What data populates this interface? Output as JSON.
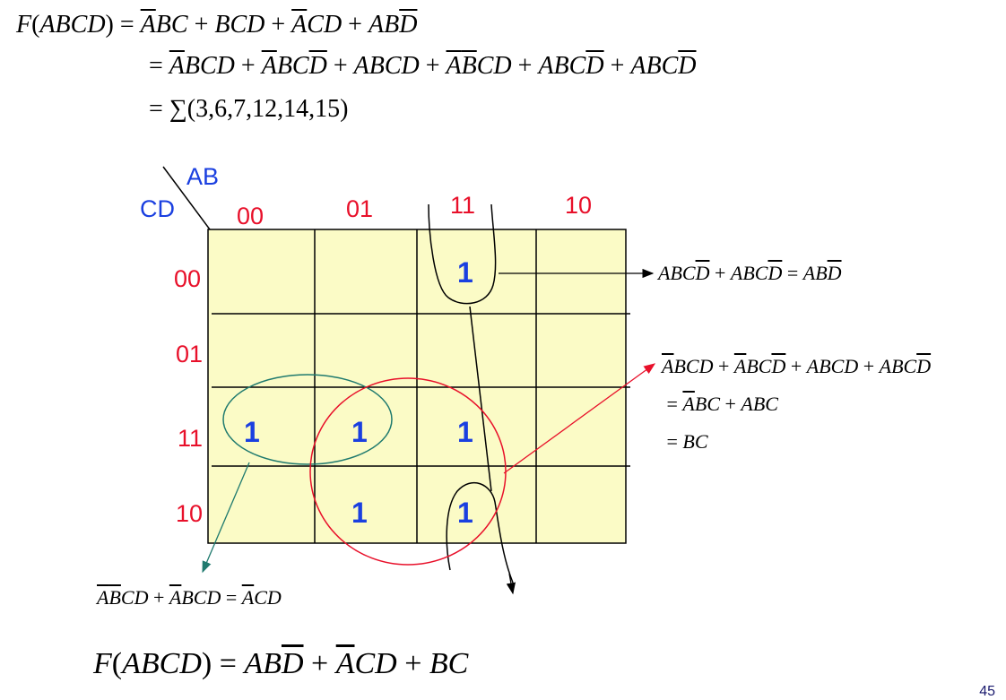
{
  "header": {
    "line1": {
      "lhs": "F(ABCD)",
      "eq": "=",
      "terms": [
        [
          [
            "A",
            true
          ],
          [
            "BC",
            false
          ]
        ],
        [
          [
            "BCD",
            false
          ]
        ],
        [
          [
            "A",
            true
          ],
          [
            "CD",
            false
          ]
        ],
        [
          [
            "AB",
            false
          ],
          [
            "D",
            true
          ]
        ]
      ]
    },
    "line2": {
      "eq": "=",
      "terms": [
        [
          [
            "A",
            true
          ],
          [
            "BCD",
            false
          ]
        ],
        [
          [
            "A",
            true
          ],
          [
            "BC",
            false
          ],
          [
            "D",
            true
          ]
        ],
        [
          [
            "ABCD",
            false
          ]
        ],
        [
          [
            "A",
            true
          ],
          [
            "B",
            true
          ],
          [
            "CD",
            false
          ]
        ],
        [
          [
            "ABC",
            false
          ],
          [
            "D",
            true
          ]
        ],
        [
          [
            "ABC",
            false
          ],
          [
            "D",
            true
          ]
        ]
      ]
    },
    "line3": {
      "eq": "=",
      "sigma": "∑",
      "minterms": "(3,6,7,12,14,15)"
    }
  },
  "kmap": {
    "corner_row_var": "CD",
    "corner_col_var": "AB",
    "col_labels": [
      "00",
      "01",
      "11",
      "10"
    ],
    "row_labels": [
      "00",
      "01",
      "11",
      "10"
    ],
    "cells": [
      [
        "",
        "",
        "1",
        ""
      ],
      [
        "",
        "",
        "",
        ""
      ],
      [
        "1",
        "1",
        "1",
        ""
      ],
      [
        "",
        "1",
        "1",
        ""
      ]
    ],
    "fill_color": "#fbfbc6",
    "grid_color": "#000000",
    "header_label_color": "#e8102a",
    "var_label_color": "#1a3fe0",
    "ones_color": "#1a3fe0"
  },
  "annotations": {
    "top_right": [
      [
        [
          "ABC",
          false
        ],
        [
          "D",
          true
        ],
        [
          "",
          false
        ]
      ],
      "+",
      [
        [
          "ABC",
          false
        ],
        [
          "D",
          true
        ]
      ],
      "=",
      [
        [
          "AB",
          false
        ],
        [
          "D",
          true
        ]
      ]
    ],
    "right_line1": [
      [
        [
          "A",
          true
        ],
        [
          "BCD",
          false
        ]
      ],
      "+",
      [
        [
          "A",
          true
        ],
        [
          "BC",
          false
        ],
        [
          "D",
          true
        ]
      ],
      "+",
      [
        [
          "ABCD",
          false
        ]
      ],
      "+",
      [
        [
          "ABC",
          false
        ],
        [
          "D",
          true
        ]
      ]
    ],
    "right_line2": [
      "=",
      [
        [
          "A",
          true
        ],
        [
          "BC",
          false
        ]
      ],
      "+",
      [
        [
          "ABC",
          false
        ]
      ]
    ],
    "right_line3": [
      "=",
      [
        [
          "BC",
          false
        ]
      ]
    ],
    "bottom_left": [
      [
        [
          "A",
          true
        ],
        [
          "B",
          true
        ],
        [
          "CD",
          false
        ]
      ],
      "+",
      [
        [
          "A",
          true
        ],
        [
          "BCD",
          false
        ]
      ],
      "=",
      [
        [
          "A",
          true
        ],
        [
          "CD",
          false
        ]
      ]
    ]
  },
  "final": {
    "lhs": "F(ABCD)",
    "eq": "=",
    "terms": [
      [
        [
          "AB",
          false
        ],
        [
          "D",
          true
        ]
      ],
      [
        [
          "A",
          true
        ],
        [
          "CD",
          false
        ]
      ],
      [
        [
          "BC",
          false
        ]
      ]
    ]
  },
  "page_number": "45",
  "colors": {
    "teal_loop": "#1f7a6e",
    "red_loop": "#e8102a",
    "black_loop": "#000000"
  }
}
